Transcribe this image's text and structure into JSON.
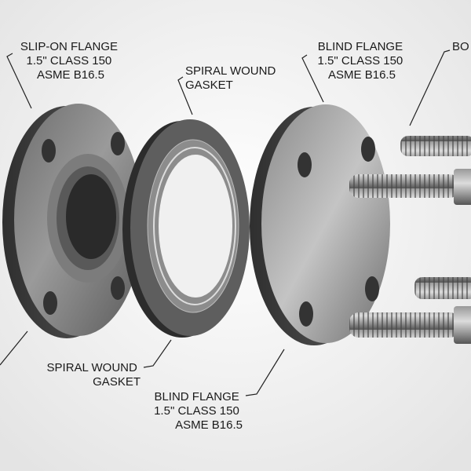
{
  "labels": {
    "slip_on_flange_top": [
      "SLIP-ON FLANGE",
      "1.5\" CLASS 150",
      "ASME B16.5"
    ],
    "gasket_top": [
      "SPIRAL WOUND",
      "GASKET"
    ],
    "blind_flange_top": [
      "BLIND FLANGE",
      "1.5\" CLASS 150",
      "ASME B16.5"
    ],
    "bolt_top_cropped": "BO",
    "gasket_bottom": [
      "SPIRAL WOUND",
      "GASKET"
    ],
    "blind_flange_bottom": [
      "BLIND FLANGE",
      "1.5\" CLASS 150",
      "ASME B16.5"
    ]
  },
  "colors": {
    "background": "#f2f2f2",
    "steel_dark": "#4a4a4a",
    "steel_light": "#b8b8b8",
    "text": "#1a1a1a"
  }
}
